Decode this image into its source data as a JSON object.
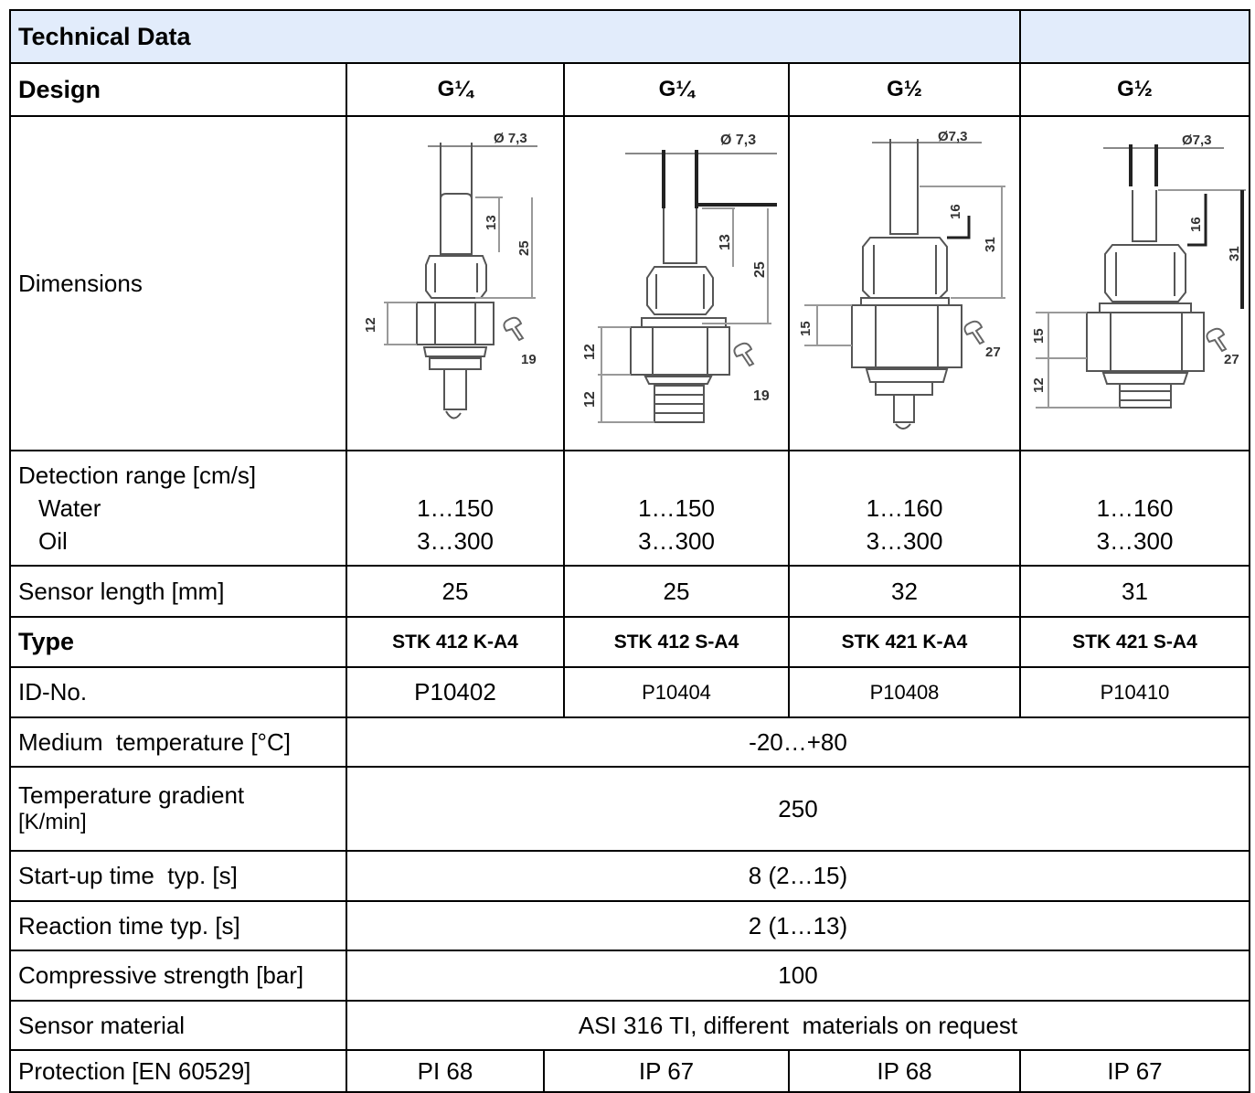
{
  "title": "Technical Data",
  "design": {
    "label": "Design",
    "values": [
      "G¼",
      "G¼",
      "G½",
      "G½"
    ]
  },
  "dimensions": {
    "label": "Dimensions",
    "drawings": [
      {
        "icon": "sensor-drawing-icon",
        "diameter": "Ø 7,3",
        "dims": [
          "13",
          "25",
          "12",
          "19"
        ]
      },
      {
        "icon": "sensor-drawing-icon",
        "diameter": "Ø 7,3",
        "dims": [
          "13",
          "25",
          "12",
          "12",
          "19"
        ]
      },
      {
        "icon": "sensor-drawing-icon",
        "diameter": "Ø7,3",
        "dims": [
          "16",
          "31",
          "15",
          "27"
        ]
      },
      {
        "icon": "sensor-drawing-icon",
        "diameter": "Ø7,3",
        "dims": [
          "16",
          "31",
          "15",
          "12",
          "27"
        ]
      }
    ]
  },
  "detection": {
    "label": "Detection range [cm/s]",
    "water_label": "Water",
    "oil_label": "Oil",
    "water": [
      "1…150",
      "1…150",
      "1…160",
      "1…160"
    ],
    "oil": [
      "3…300",
      "3…300",
      "3…300",
      "3…300"
    ]
  },
  "sensor_length": {
    "label": "Sensor length [mm]",
    "values": [
      "25",
      "25",
      "32",
      "31"
    ]
  },
  "type": {
    "label": "Type",
    "values": [
      "STK 412 K-A4",
      "STK 412 S-A4",
      "STK 421 K-A4",
      "STK 421 S-A4"
    ]
  },
  "id_no": {
    "label": "ID-No.",
    "values": [
      "P10402",
      "P10404",
      "P10408",
      "P10410"
    ]
  },
  "medium_temperature": {
    "label": "Medium  temperature [°C]",
    "value": "-20…+80"
  },
  "temperature_gradient": {
    "label_line1": "Temperature gradient",
    "label_line2": "[K/min]",
    "value": "250"
  },
  "startup_time": {
    "label": "Start-up time  typ. [s]",
    "value": "8 (2…15)"
  },
  "reaction_time": {
    "label": "Reaction time typ. [s]",
    "value": "2 (1…13)"
  },
  "compressive_strength": {
    "label": "Compressive strength [bar]",
    "value": "100"
  },
  "sensor_material": {
    "label": "Sensor material",
    "value": "ASI 316 TI, different  materials on request"
  },
  "protection": {
    "label": "Protection [EN 60529]",
    "values": [
      "PI 68",
      "IP 67",
      "IP 68",
      "IP 67"
    ]
  }
}
